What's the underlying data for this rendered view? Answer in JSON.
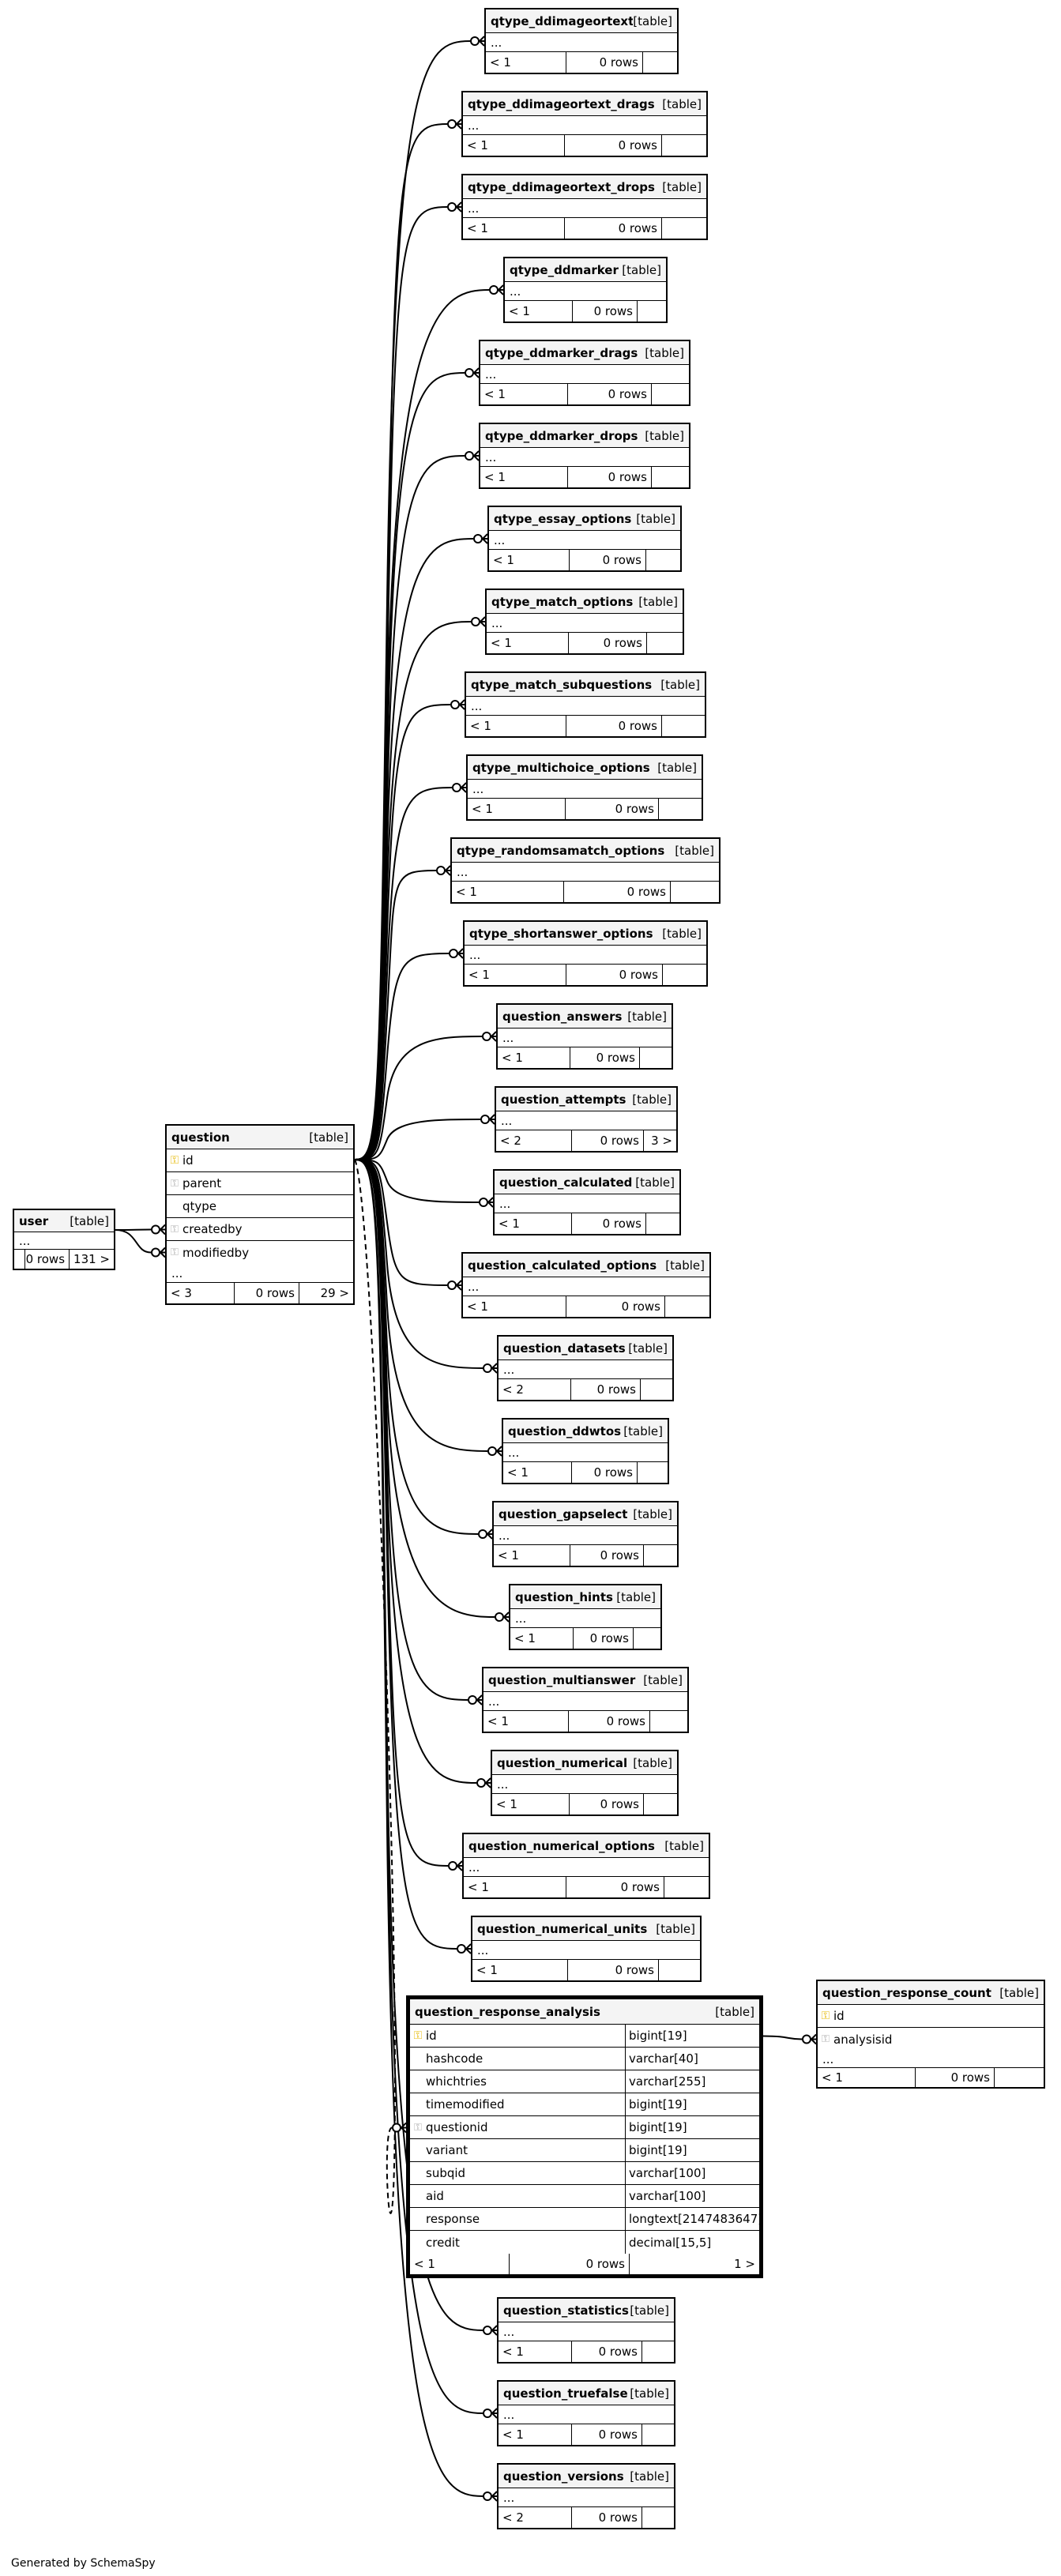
{
  "generated_by": "Generated by SchemaSpy",
  "table_tag": "[table]",
  "ellipsis": "...",
  "user": {
    "name": "user",
    "footer": [
      "",
      "0 rows",
      "131 >"
    ]
  },
  "question": {
    "name": "question",
    "columns": [
      {
        "name": "id",
        "key": "pk"
      },
      {
        "name": "parent",
        "key": "fk"
      },
      {
        "name": "qtype",
        "key": ""
      },
      {
        "name": "createdby",
        "key": "fk"
      },
      {
        "name": "modifiedby",
        "key": "fk"
      }
    ],
    "footer": [
      "< 3",
      "0 rows",
      "29 >"
    ]
  },
  "qra": {
    "name": "question_response_analysis",
    "columns": [
      {
        "name": "id",
        "type": "bigint[19]",
        "key": "pk"
      },
      {
        "name": "hashcode",
        "type": "varchar[40]",
        "key": ""
      },
      {
        "name": "whichtries",
        "type": "varchar[255]",
        "key": ""
      },
      {
        "name": "timemodified",
        "type": "bigint[19]",
        "key": ""
      },
      {
        "name": "questionid",
        "type": "bigint[19]",
        "key": "fk"
      },
      {
        "name": "variant",
        "type": "bigint[19]",
        "key": ""
      },
      {
        "name": "subqid",
        "type": "varchar[100]",
        "key": ""
      },
      {
        "name": "aid",
        "type": "varchar[100]",
        "key": ""
      },
      {
        "name": "response",
        "type": "longtext[2147483647]",
        "key": ""
      },
      {
        "name": "credit",
        "type": "decimal[15,5]",
        "key": ""
      }
    ],
    "footer": [
      "< 1",
      "0 rows",
      "1 >"
    ]
  },
  "qrc": {
    "name": "question_response_count",
    "columns": [
      {
        "name": "id",
        "key": "pk"
      },
      {
        "name": "analysisid",
        "key": "fk"
      }
    ],
    "footer": [
      "< 1",
      "0 rows",
      ""
    ]
  },
  "child_tables": [
    {
      "name": "qtype_ddimageortext",
      "footer": [
        "< 1",
        "0 rows",
        ""
      ]
    },
    {
      "name": "qtype_ddimageortext_drags",
      "footer": [
        "< 1",
        "0 rows",
        ""
      ]
    },
    {
      "name": "qtype_ddimageortext_drops",
      "footer": [
        "< 1",
        "0 rows",
        ""
      ]
    },
    {
      "name": "qtype_ddmarker",
      "footer": [
        "< 1",
        "0 rows",
        ""
      ]
    },
    {
      "name": "qtype_ddmarker_drags",
      "footer": [
        "< 1",
        "0 rows",
        ""
      ]
    },
    {
      "name": "qtype_ddmarker_drops",
      "footer": [
        "< 1",
        "0 rows",
        ""
      ]
    },
    {
      "name": "qtype_essay_options",
      "footer": [
        "< 1",
        "0 rows",
        ""
      ]
    },
    {
      "name": "qtype_match_options",
      "footer": [
        "< 1",
        "0 rows",
        ""
      ]
    },
    {
      "name": "qtype_match_subquestions",
      "footer": [
        "< 1",
        "0 rows",
        ""
      ]
    },
    {
      "name": "qtype_multichoice_options",
      "footer": [
        "< 1",
        "0 rows",
        ""
      ]
    },
    {
      "name": "qtype_randomsamatch_options",
      "footer": [
        "< 1",
        "0 rows",
        ""
      ]
    },
    {
      "name": "qtype_shortanswer_options",
      "footer": [
        "< 1",
        "0 rows",
        ""
      ]
    },
    {
      "name": "question_answers",
      "footer": [
        "< 1",
        "0 rows",
        ""
      ]
    },
    {
      "name": "question_attempts",
      "footer": [
        "< 2",
        "0 rows",
        "3 >"
      ]
    },
    {
      "name": "question_calculated",
      "footer": [
        "< 1",
        "0 rows",
        ""
      ]
    },
    {
      "name": "question_calculated_options",
      "footer": [
        "< 1",
        "0 rows",
        ""
      ]
    },
    {
      "name": "question_datasets",
      "footer": [
        "< 2",
        "0 rows",
        ""
      ]
    },
    {
      "name": "question_ddwtos",
      "footer": [
        "< 1",
        "0 rows",
        ""
      ]
    },
    {
      "name": "question_gapselect",
      "footer": [
        "< 1",
        "0 rows",
        ""
      ]
    },
    {
      "name": "question_hints",
      "footer": [
        "< 1",
        "0 rows",
        ""
      ]
    },
    {
      "name": "question_multianswer",
      "footer": [
        "< 1",
        "0 rows",
        ""
      ]
    },
    {
      "name": "question_numerical",
      "footer": [
        "< 1",
        "0 rows",
        ""
      ]
    },
    {
      "name": "question_numerical_options",
      "footer": [
        "< 1",
        "0 rows",
        ""
      ]
    },
    {
      "name": "question_numerical_units",
      "footer": [
        "< 1",
        "0 rows",
        ""
      ]
    },
    {
      "name": "question_statistics",
      "footer": [
        "< 1",
        "0 rows",
        ""
      ]
    },
    {
      "name": "question_truefalse",
      "footer": [
        "< 1",
        "0 rows",
        ""
      ]
    },
    {
      "name": "question_versions",
      "footer": [
        "< 2",
        "0 rows",
        ""
      ]
    }
  ]
}
